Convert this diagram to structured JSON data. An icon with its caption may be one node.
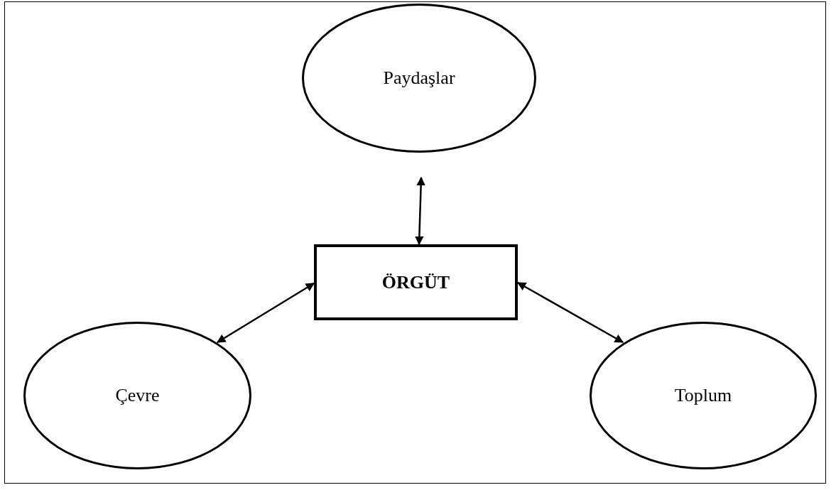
{
  "diagram": {
    "nodes": [
      {
        "text": [
          "Paydaşlar"
        ]
      },
      {
        "text": [
          "ÖRGÜT"
        ]
      },
      {
        "text": [
          "Çevre"
        ]
      },
      {
        "text": [
          "Toplum"
        ]
      }
    ],
    "edges": [
      {
        "from": 0,
        "to": 1,
        "arrow": "both"
      },
      {
        "from": 1,
        "to": 2,
        "arrow": "both"
      },
      {
        "from": 1,
        "to": 3,
        "arrow": "both"
      }
    ]
  }
}
